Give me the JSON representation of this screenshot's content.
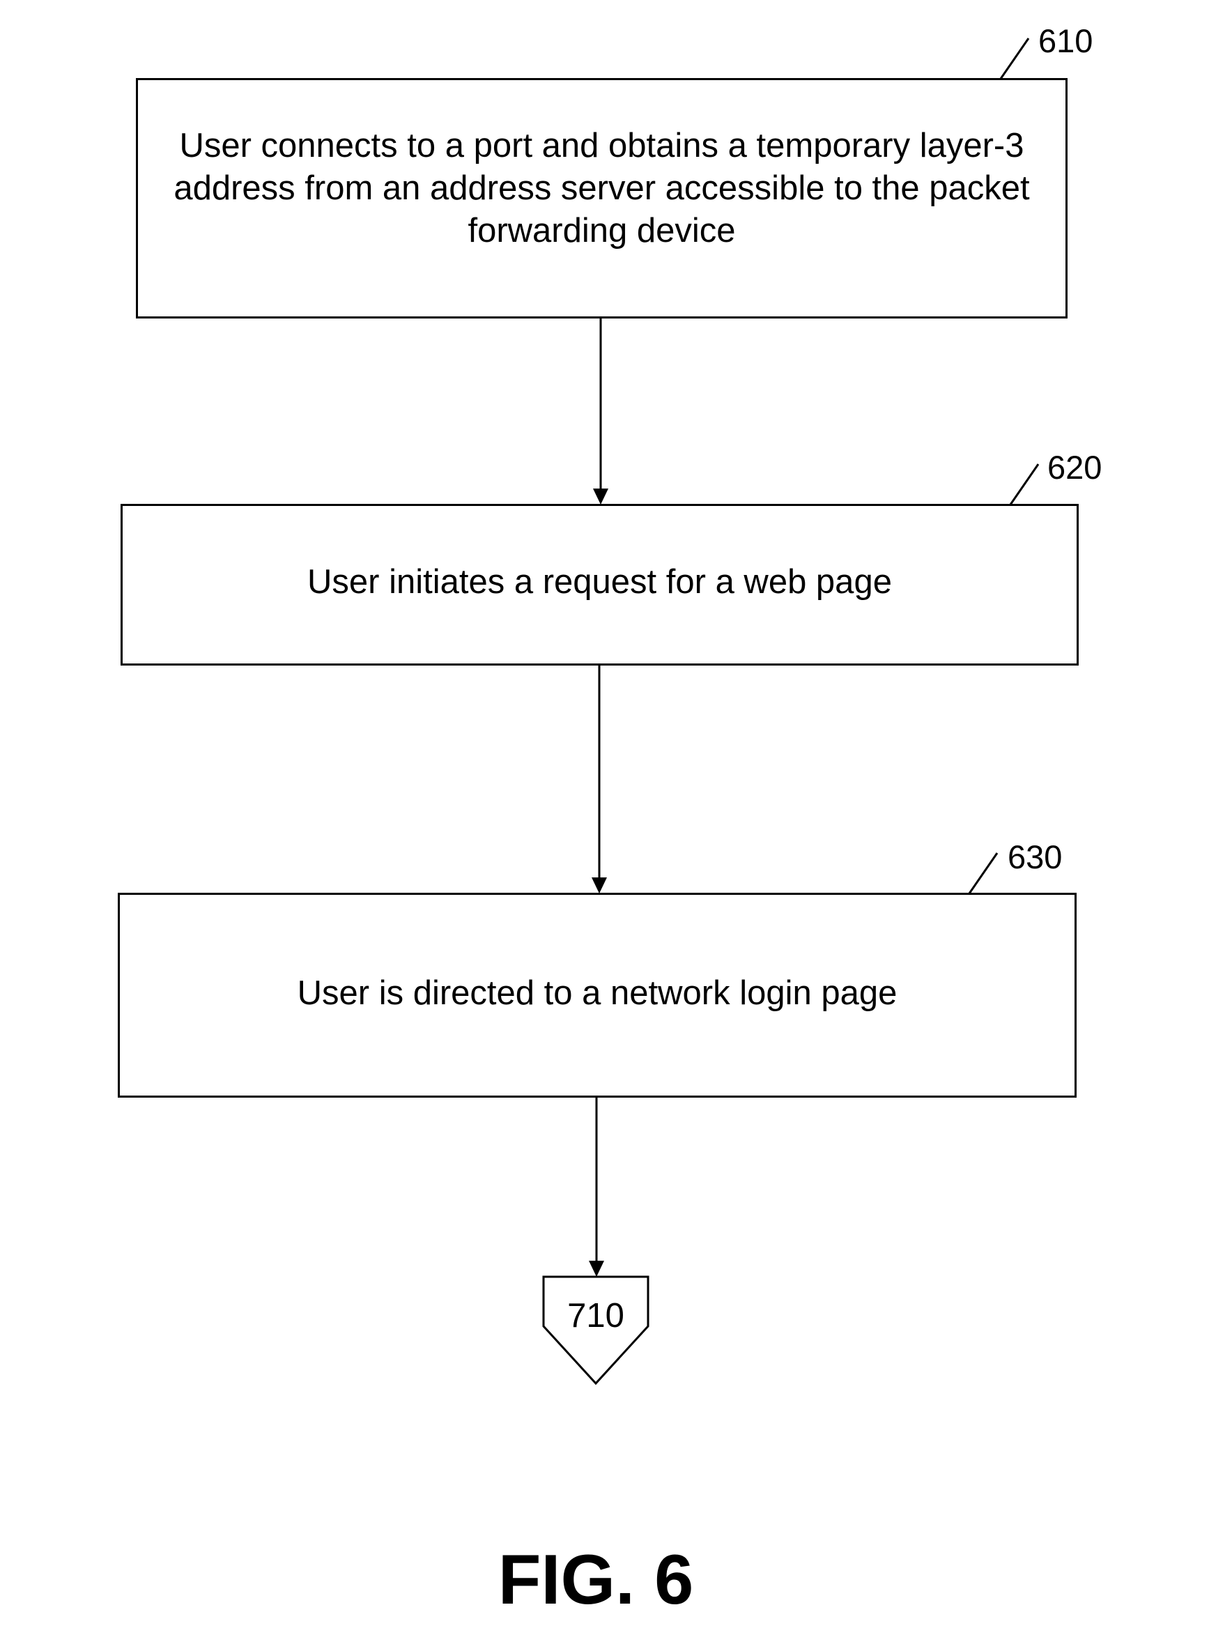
{
  "colors": {
    "line": "#000000",
    "background": "#ffffff"
  },
  "steps": [
    {
      "ref": "610",
      "text": "User connects to a port and obtains a temporary layer-3 address from an address server accessible to the packet forwarding device"
    },
    {
      "ref": "620",
      "text": "User initiates a request for a web page"
    },
    {
      "ref": "630",
      "text": "User is directed to a network login page"
    }
  ],
  "connector": {
    "ref": "710"
  },
  "figure": {
    "label": "FIG. 6"
  }
}
